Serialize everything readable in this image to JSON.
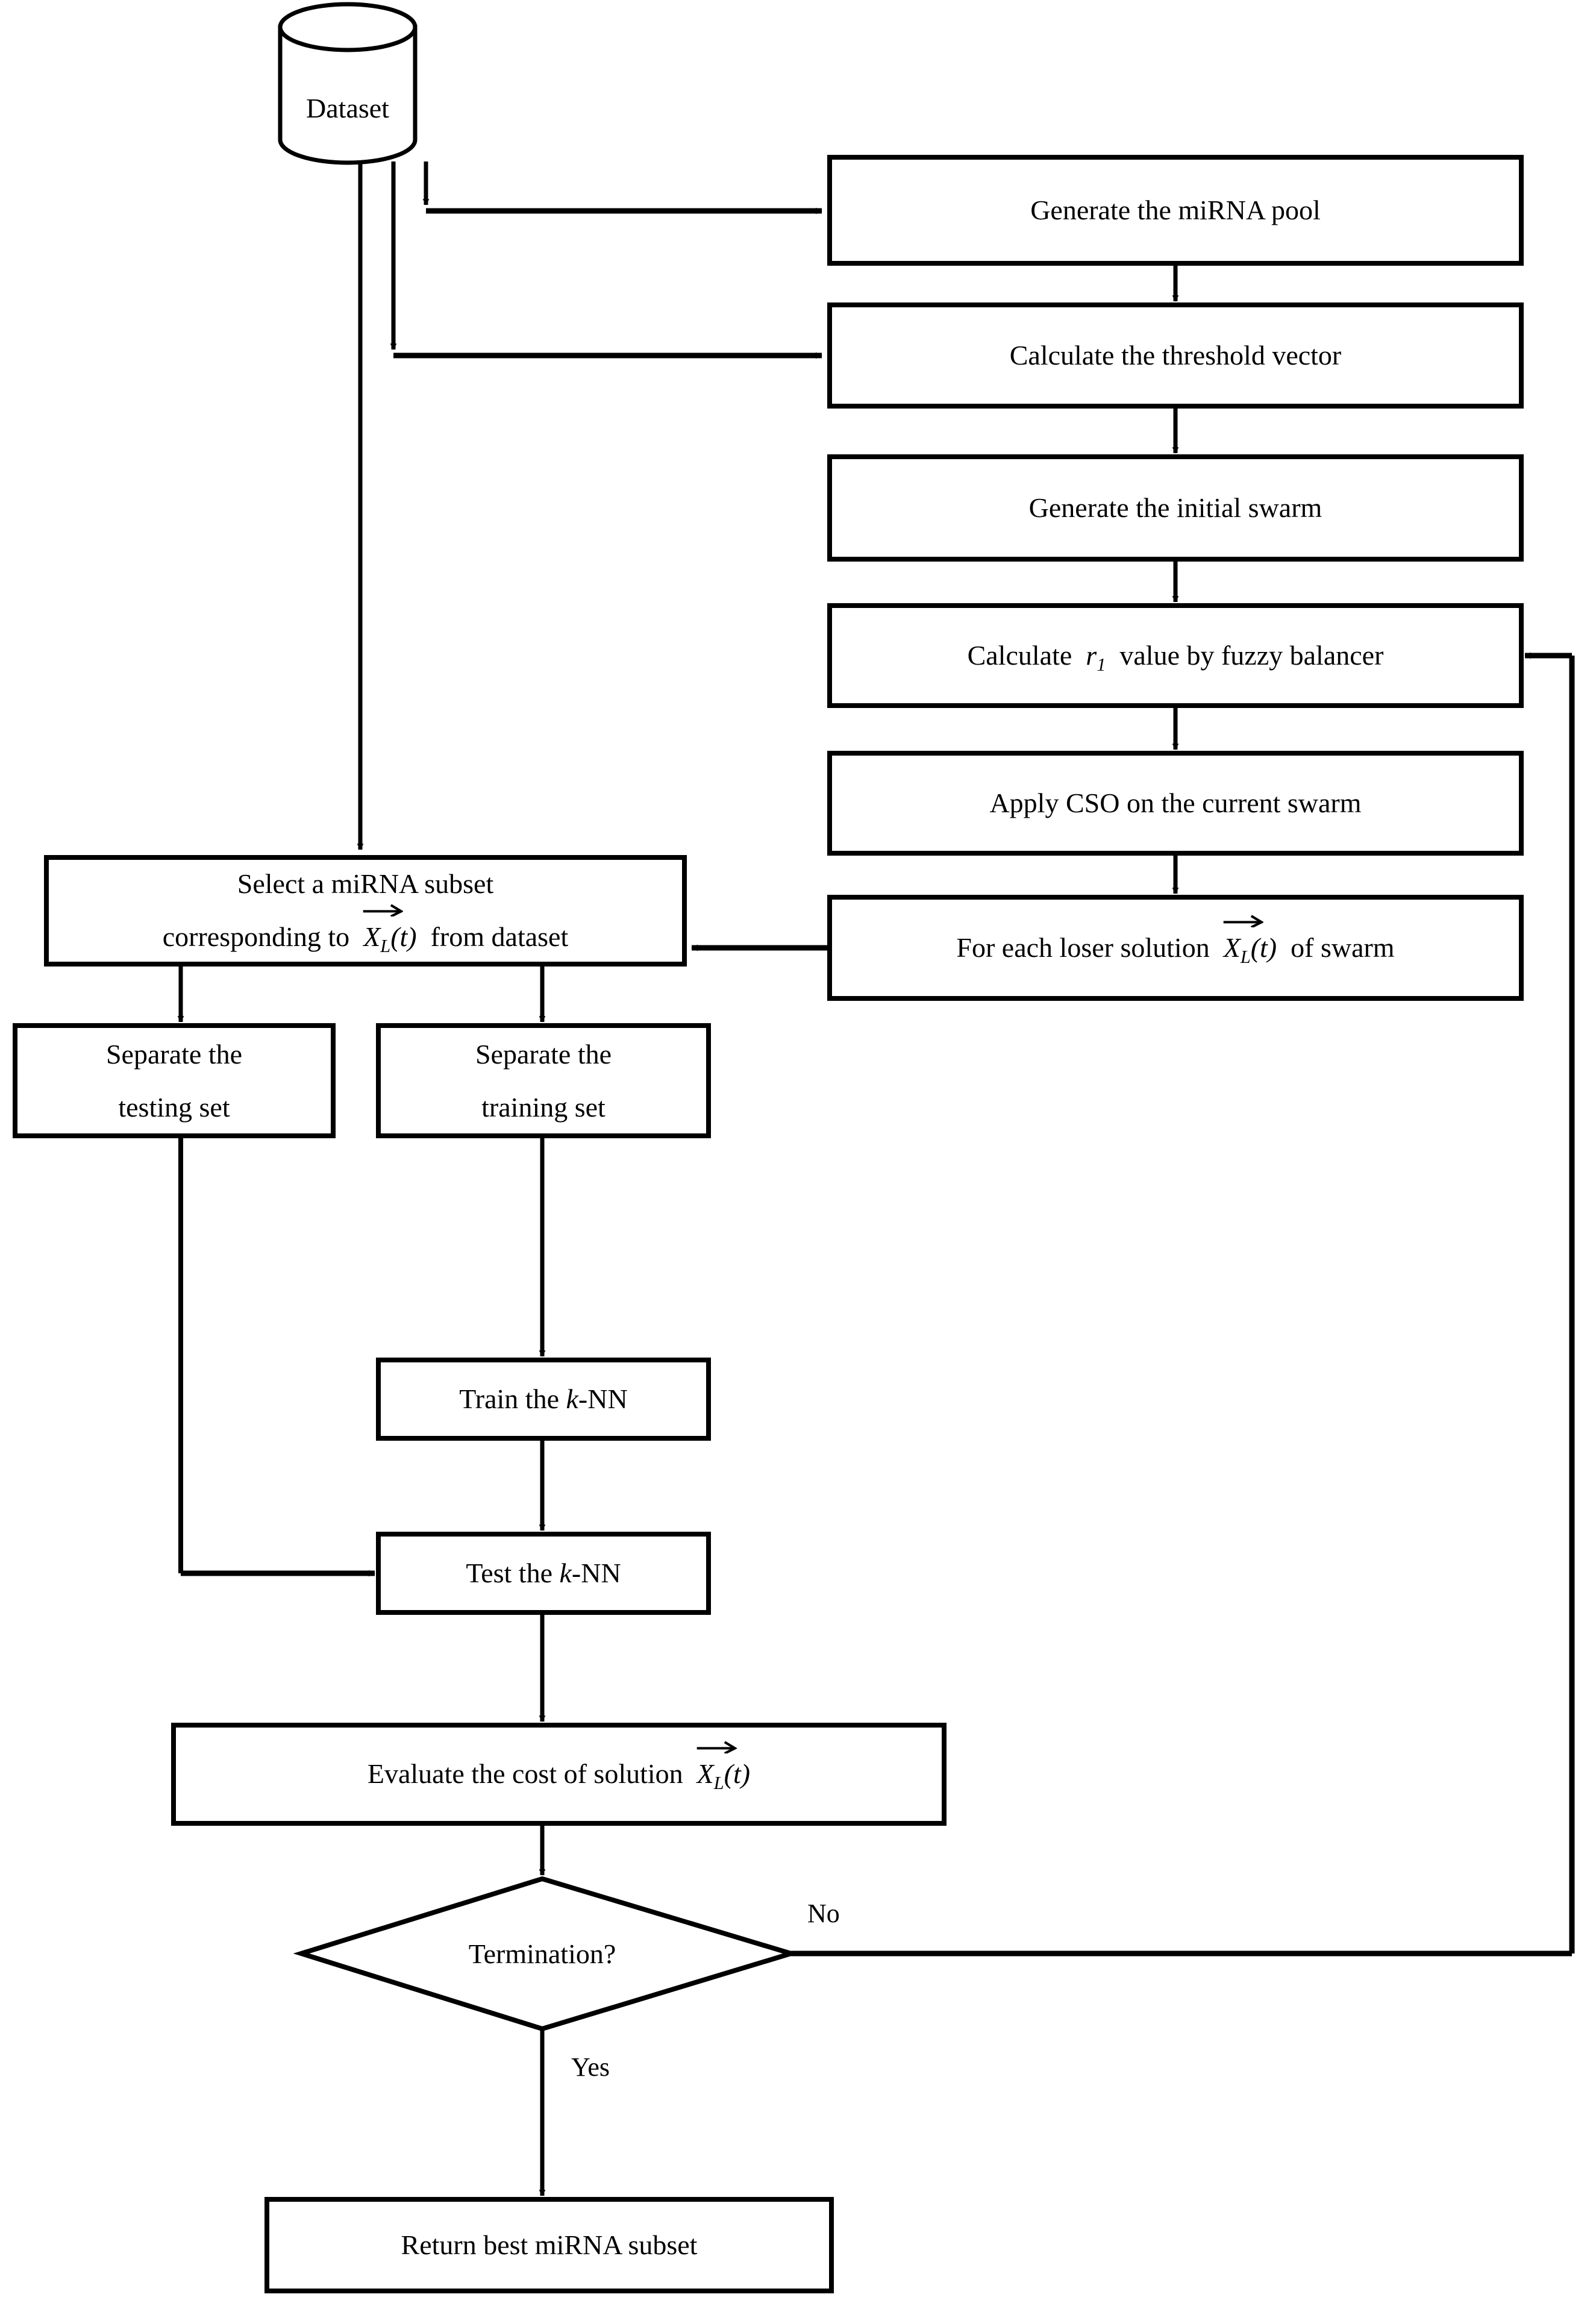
{
  "diagram": {
    "title": "miRNA subset selection flowchart",
    "stroke_color": "#000000",
    "fill_color": "#ffffff",
    "background": "#ffffff"
  },
  "nodes": {
    "dataset": {
      "label": "Dataset",
      "shape": "cylinder"
    },
    "generate_pool": {
      "label": "Generate the miRNA pool",
      "shape": "process"
    },
    "threshold_vector": {
      "label": "Calculate the threshold vector",
      "shape": "process"
    },
    "initial_swarm": {
      "label": "Generate the initial swarm",
      "shape": "process"
    },
    "fuzzy_balancer": {
      "shape": "process",
      "prefix": "Calculate",
      "symbol": "r",
      "subscript": "1",
      "suffix": "value by fuzzy balancer",
      "plain": "Calculate r1 value by fuzzy balancer"
    },
    "apply_cso": {
      "label": "Apply CSO on the current swarm",
      "shape": "process"
    },
    "loser_solution": {
      "shape": "process",
      "prefix": "For each loser solution",
      "symbol": "X",
      "subscript": "L",
      "arg": "(t)",
      "suffix": "of swarm",
      "plain": "For each loser solution X_L(t) of swarm"
    },
    "select_subset": {
      "shape": "process",
      "line1": "Select a miRNA subset",
      "line2_prefix": "corresponding to",
      "symbol": "X",
      "subscript": "L",
      "arg": "(t)",
      "line2_suffix": "from dataset",
      "plain": "Select a miRNA subset corresponding to X_L(t) from dataset"
    },
    "separate_testing": {
      "shape": "process",
      "line1": "Separate the",
      "line2": "testing set",
      "plain": "Separate the testing set"
    },
    "separate_training": {
      "shape": "process",
      "line1": "Separate the",
      "line2": "training set",
      "plain": "Separate the training set"
    },
    "train_knn": {
      "shape": "process",
      "prefix": "Train the",
      "symbol": "k",
      "suffix": "-NN",
      "plain": "Train the k-NN"
    },
    "test_knn": {
      "shape": "process",
      "prefix": "Test the",
      "symbol": "k",
      "suffix": "-NN",
      "plain": "Test the k-NN"
    },
    "evaluate_cost": {
      "shape": "process",
      "prefix": "Evaluate the cost of solution",
      "symbol": "X",
      "subscript": "L",
      "arg": "(t)",
      "plain": "Evaluate the cost of solution X_L(t)"
    },
    "termination": {
      "label": "Termination?",
      "shape": "decision"
    },
    "return_best": {
      "label": "Return best miRNA subset",
      "shape": "process"
    }
  },
  "edge_labels": {
    "no": "No",
    "yes": "Yes"
  },
  "flow": {
    "sequence": [
      "Dataset",
      "Generate the miRNA pool",
      "Calculate the threshold vector",
      "Generate the initial swarm",
      "Calculate r1 value by fuzzy balancer",
      "Apply CSO on the current swarm",
      "For each loser solution X_L(t) of swarm",
      "Select a miRNA subset corresponding to X_L(t) from dataset",
      "Separate the testing set / Separate the training set",
      "Train the k-NN",
      "Test the k-NN",
      "Evaluate the cost of solution X_L(t)",
      "Termination?",
      "Return best miRNA subset"
    ],
    "loop_back": "No -> Calculate r1 value by fuzzy balancer",
    "exit": "Yes -> Return best miRNA subset"
  }
}
